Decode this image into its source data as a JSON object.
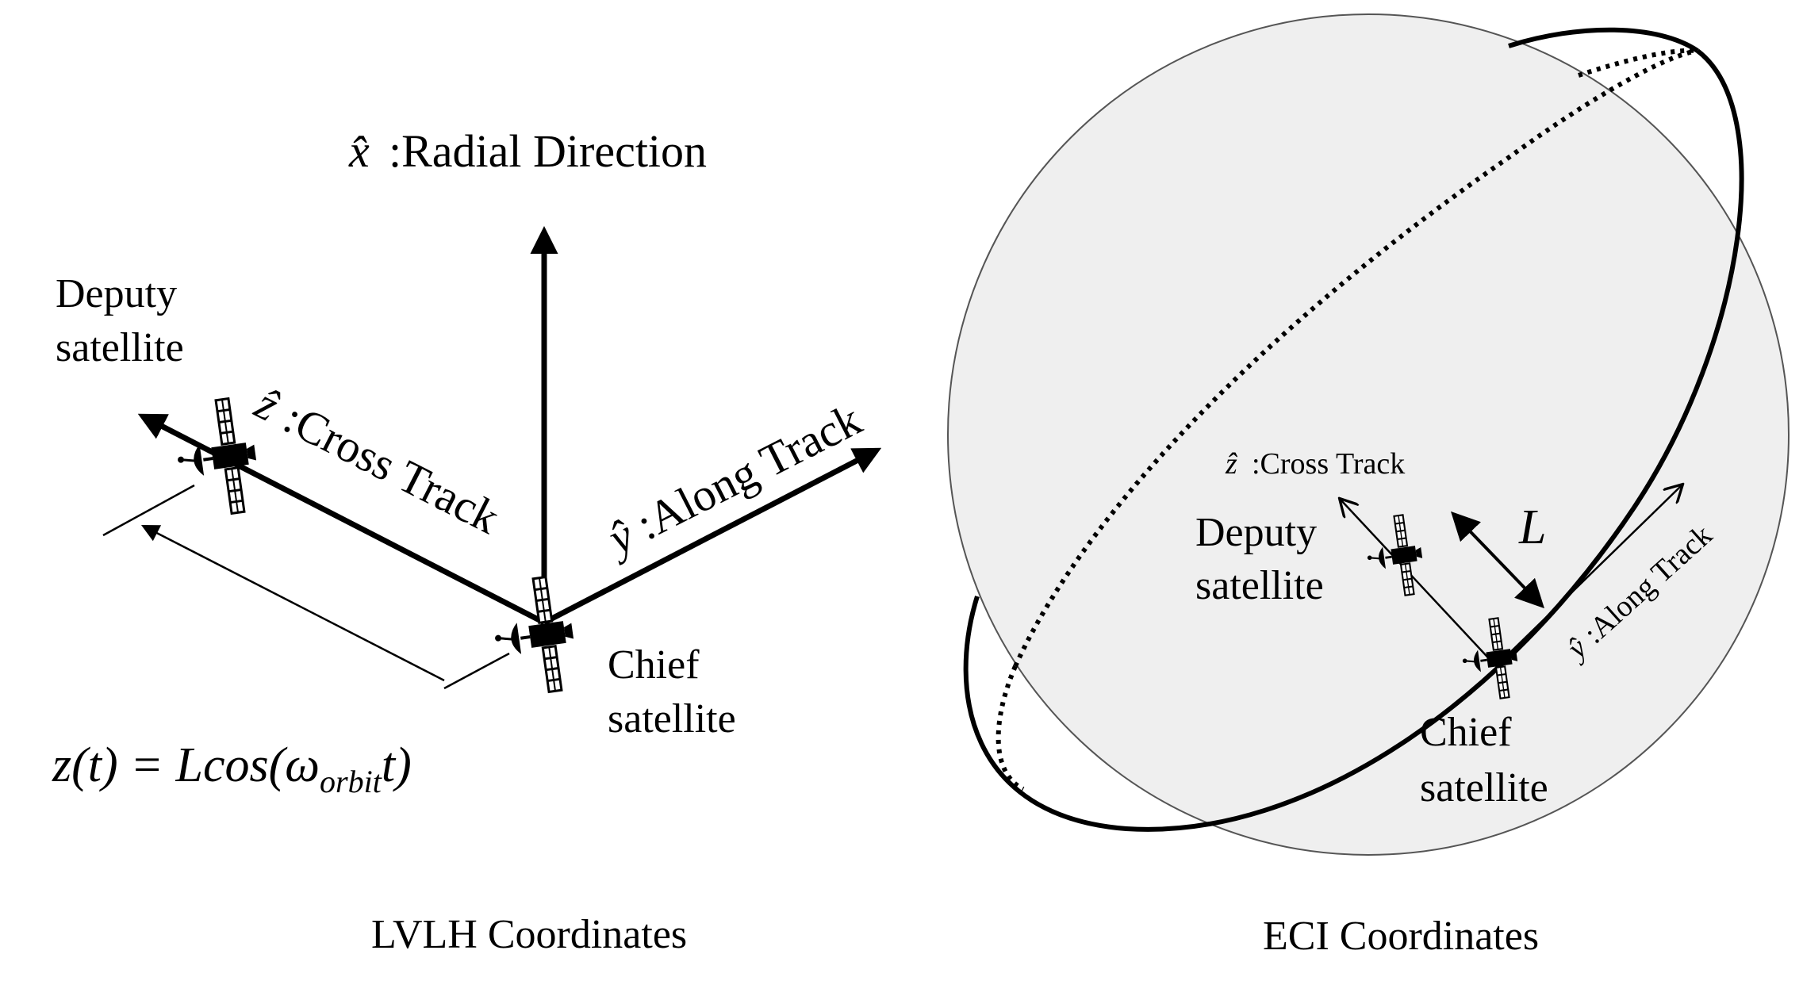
{
  "lvlh": {
    "x_axis_label": ":Radial Direction",
    "x_axis_symbol": "x̂",
    "y_axis_label": ":Along Track",
    "y_axis_symbol": "ŷ",
    "z_axis_label": ":Cross Track",
    "z_axis_symbol": "ẑ",
    "deputy_label_line1": "Deputy",
    "deputy_label_line2": "satellite",
    "chief_label_line1": "Chief",
    "chief_label_line2": "satellite",
    "equation_lhs": "z(t) = Lcos(ω",
    "equation_sub": "orbit",
    "equation_rhs": "t)",
    "caption": "LVLH Coordinates"
  },
  "eci": {
    "z_axis_symbol": "ẑ",
    "z_axis_label": ":Cross Track",
    "y_axis_symbol": "ŷ",
    "y_axis_label": ":Along Track",
    "distance_label": "L",
    "deputy_label_line1": "Deputy",
    "deputy_label_line2": "satellite",
    "chief_label_line1": "Chief",
    "chief_label_line2": "satellite",
    "caption": "ECI Coordinates"
  },
  "colors": {
    "earth_fill": "#efefef",
    "earth_stroke": "#555555",
    "ink": "#000000"
  }
}
